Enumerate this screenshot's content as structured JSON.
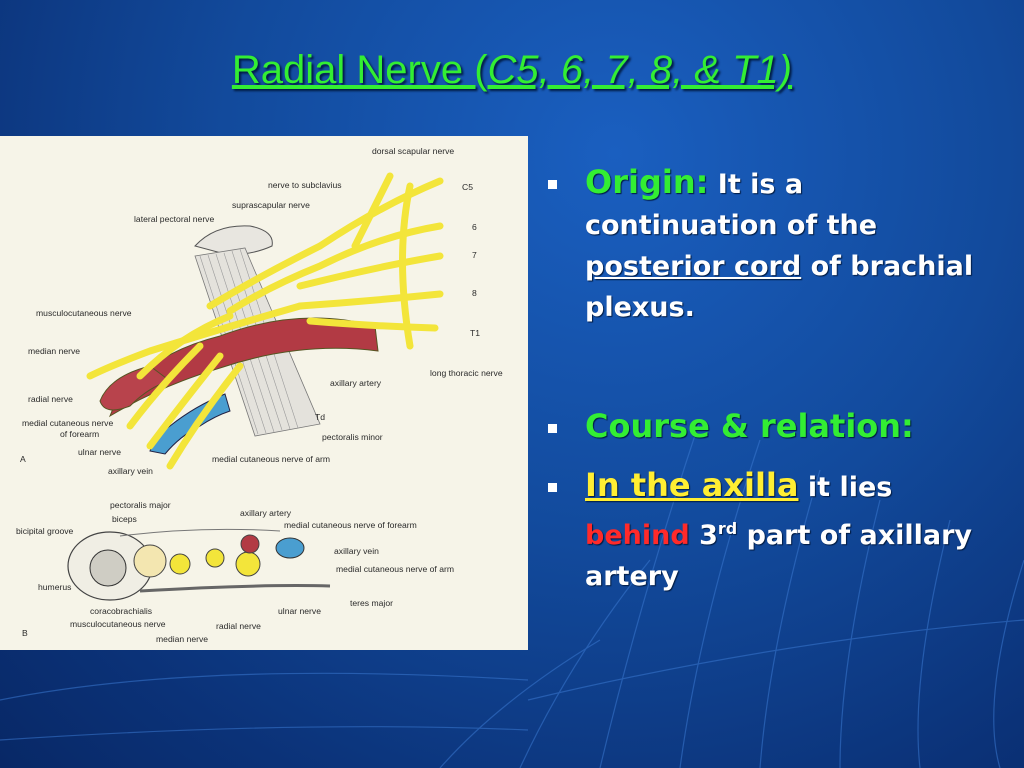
{
  "slide": {
    "title_main": "Radial Nerve (",
    "title_italic": "C5, 6, 7, 8, & T1)",
    "bullets": {
      "origin_label": "Origin:",
      "origin_text1": " It is a continuation of the ",
      "origin_link": "posterior cord",
      "origin_text2": " of brachial plexus.",
      "course_label": "Course & relation:",
      "axilla_label": "In the axilla",
      "axilla_text1": " it lies ",
      "axilla_behind": "behind",
      "axilla_text2": " 3",
      "axilla_sup": "rd",
      "axilla_text3": " part of axillary artery"
    }
  },
  "figure": {
    "labels_top": [
      "dorsal scapular nerve",
      "nerve to subclavius",
      "C5",
      "suprascapular nerve",
      "lateral pectoral nerve",
      "6",
      "7",
      "8",
      "musculocutaneous nerve",
      "T1",
      "median nerve",
      "long thoracic nerve",
      "axillary artery",
      "radial nerve",
      "medial cutaneous nerve",
      "of forearm",
      "Td",
      "pectoralis minor",
      "ulnar nerve",
      "medial cutaneous nerve of arm",
      "axillary vein",
      "A"
    ],
    "labels_bottom": [
      "pectoralis major",
      "axillary artery",
      "biceps",
      "medial cutaneous nerve of forearm",
      "bicipital groove",
      "axillary vein",
      "medial cutaneous nerve of arm",
      "humerus",
      "teres major",
      "coracobrachialis",
      "ulnar nerve",
      "musculocutaneous nerve",
      "radial nerve",
      "median nerve",
      "B"
    ]
  }
}
